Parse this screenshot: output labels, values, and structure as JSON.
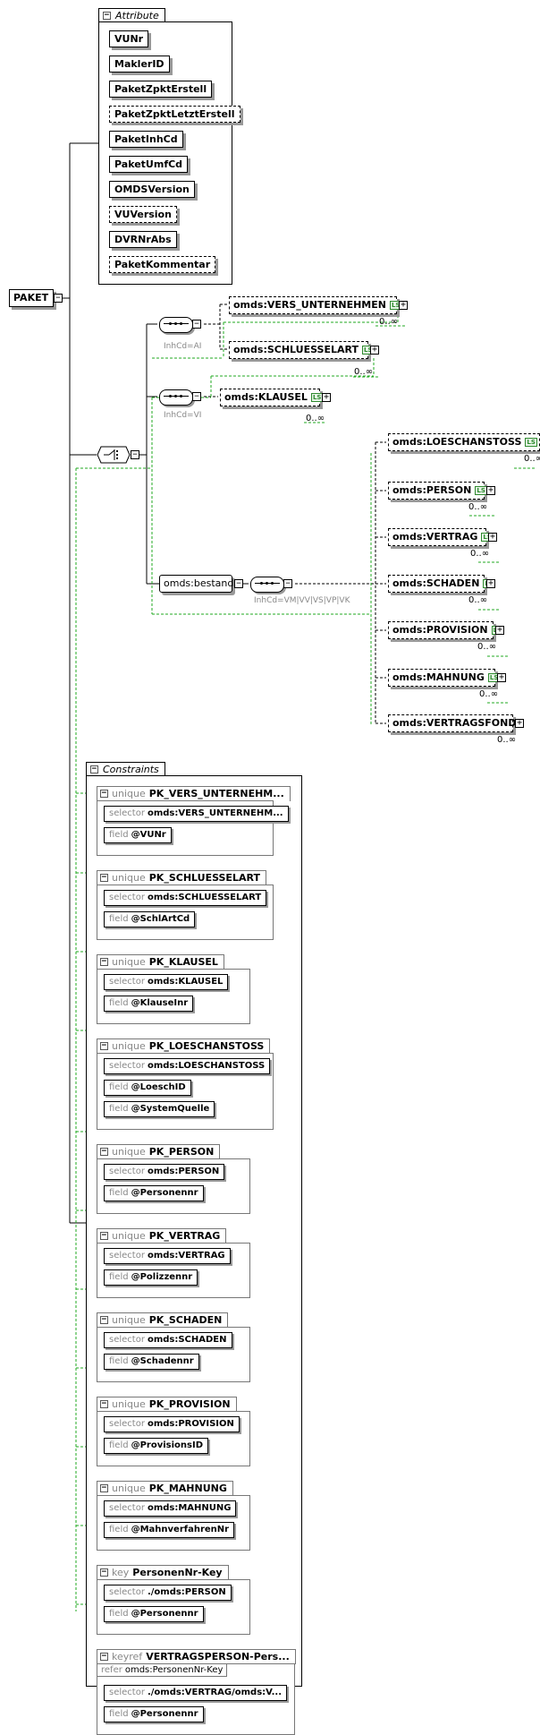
{
  "root": {
    "label": "PAKET"
  },
  "attributes": {
    "title": "Attribute",
    "items": [
      {
        "label": "VUNr",
        "optional": false
      },
      {
        "label": "MaklerID",
        "optional": false
      },
      {
        "label": "PaketZpktErstell",
        "optional": false
      },
      {
        "label": "PaketZpktLetztErstell",
        "optional": true
      },
      {
        "label": "PaketInhCd",
        "optional": false
      },
      {
        "label": "PaketUmfCd",
        "optional": false
      },
      {
        "label": "OMDSVersion",
        "optional": false
      },
      {
        "label": "VUVersion",
        "optional": true
      },
      {
        "label": "DVRNrAbs",
        "optional": false
      },
      {
        "label": "PaketKommentar",
        "optional": true
      }
    ]
  },
  "choice": {
    "seq_ai": {
      "note": "InhCd=AI",
      "elements": [
        {
          "label": "omds:VERS_UNTERNEHMEN",
          "card": "0..∞"
        },
        {
          "label": "omds:SCHLUESSELART",
          "card": "0..∞"
        }
      ]
    },
    "seq_vi": {
      "note": "InhCd=VI",
      "elements": [
        {
          "label": "omds:KLAUSEL",
          "card": "0..∞"
        }
      ]
    },
    "bestand": {
      "label": "omds:bestand",
      "note": "InhCd=VM|VV|VS|VP|VK",
      "elements": [
        {
          "label": "omds:LOESCHANSTOSS",
          "card": "0..∞"
        },
        {
          "label": "omds:PERSON",
          "card": "0..∞"
        },
        {
          "label": "omds:VERTRAG",
          "card": "0..∞"
        },
        {
          "label": "omds:SCHADEN",
          "card": "0..∞"
        },
        {
          "label": "omds:PROVISION",
          "card": "0..∞"
        },
        {
          "label": "omds:MAHNUNG",
          "card": "0..∞"
        },
        {
          "label": "omds:VERTRAGSFONDS",
          "card": "0..∞"
        }
      ]
    },
    "ls_badge": "LS"
  },
  "constraints": {
    "title": "Constraints",
    "items": [
      {
        "kind": "unique",
        "name": "PK_VERS_UNTERNEHM...",
        "selector": "omds:VERS_UNTERNEHM...",
        "fields": [
          "@VUNr"
        ]
      },
      {
        "kind": "unique",
        "name": "PK_SCHLUESSELART",
        "selector": "omds:SCHLUESSELART",
        "fields": [
          "@SchlArtCd"
        ]
      },
      {
        "kind": "unique",
        "name": "PK_KLAUSEL",
        "selector": "omds:KLAUSEL",
        "fields": [
          "@KlauseInr"
        ]
      },
      {
        "kind": "unique",
        "name": "PK_LOESCHANSTOSS",
        "selector": "omds:LOESCHANSTOSS",
        "fields": [
          "@LoeschID",
          "@SystemQuelle"
        ]
      },
      {
        "kind": "unique",
        "name": "PK_PERSON",
        "selector": "omds:PERSON",
        "fields": [
          "@Personennr"
        ]
      },
      {
        "kind": "unique",
        "name": "PK_VERTRAG",
        "selector": "omds:VERTRAG",
        "fields": [
          "@Polizzennr"
        ]
      },
      {
        "kind": "unique",
        "name": "PK_SCHADEN",
        "selector": "omds:SCHADEN",
        "fields": [
          "@Schadennr"
        ]
      },
      {
        "kind": "unique",
        "name": "PK_PROVISION",
        "selector": "omds:PROVISION",
        "fields": [
          "@ProvisionsID"
        ]
      },
      {
        "kind": "unique",
        "name": "PK_MAHNUNG",
        "selector": "omds:MAHNUNG",
        "fields": [
          "@MahnverfahrenNr"
        ]
      },
      {
        "kind": "key",
        "name": "PersonenNr-Key",
        "selector": "./omds:PERSON",
        "fields": [
          "@Personennr"
        ]
      },
      {
        "kind": "keyref",
        "name": "VERTRAGSPERSON-Pers...",
        "refer": "omds:PersonenNr-Key",
        "selector": "./omds:VERTRAG/omds:V...",
        "fields": [
          "@Personennr"
        ]
      }
    ],
    "selector_kw": "selector",
    "field_kw": "field",
    "refer_kw": "refer"
  }
}
